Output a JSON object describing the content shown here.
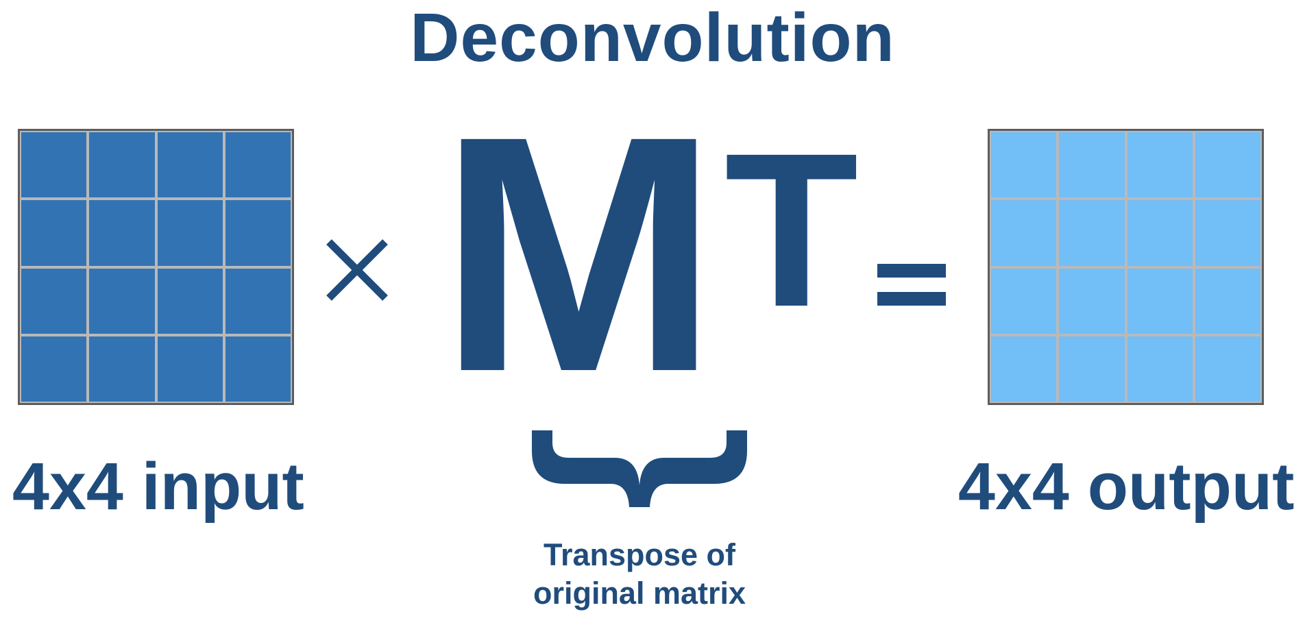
{
  "title": "Deconvolution",
  "matrix": {
    "symbol": "M",
    "superscript": "T",
    "caption_line1": "Transpose of",
    "caption_line2": "original matrix"
  },
  "input": {
    "label": "4x4 input",
    "rows": 4,
    "cols": 4,
    "fill_color": "#3273b4"
  },
  "output": {
    "label": "4x4 output",
    "rows": 4,
    "cols": 4,
    "fill_color": "#72bef7"
  },
  "operators": {
    "multiply_icon": "times-sign",
    "equals_icon": "equals-sign"
  },
  "colors": {
    "text": "#204c7c",
    "grid_lines": "#b9b9b9",
    "grid_border": "#5d5d5d"
  }
}
